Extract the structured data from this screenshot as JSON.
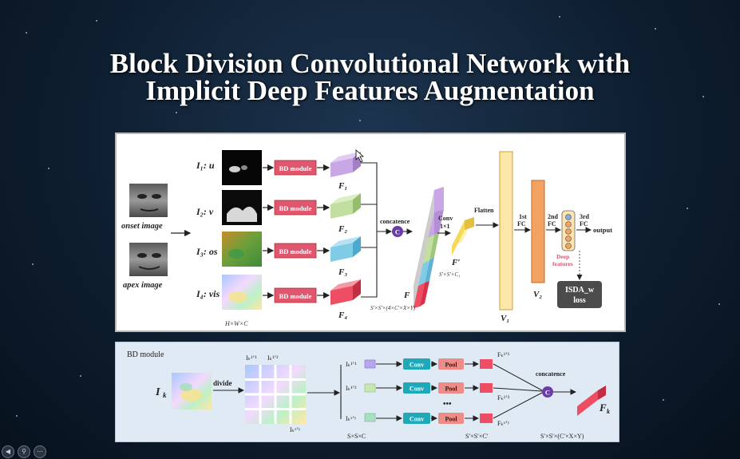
{
  "slide": {
    "title_line1": "Block Division Convolutional Network with",
    "title_line2": "Implicit Deep Features Augmentation"
  },
  "main_diagram": {
    "inputs": [
      {
        "label": "I₁: u"
      },
      {
        "label": "I₂: v"
      },
      {
        "label": "I₃: os"
      },
      {
        "label": "I₄: vis"
      }
    ],
    "face_labels": [
      "onset image",
      "apex image"
    ],
    "bd_module_label": "BD module",
    "feature_labels": [
      "F₁",
      "F₂",
      "F₃",
      "F₄"
    ],
    "input_size_label": "H×W×C",
    "concat_label": "concatence",
    "concat_symbol": "C",
    "concat_output_label": "F",
    "concat_output_size": "S′×S′×(4×C′×X×Y)",
    "conv_label_line1": "Conv",
    "conv_label_line2": "1×1",
    "conv_output_label": "F′",
    "conv_output_size": "S′×S′×C₁",
    "flatten_label": "Flatten",
    "fc1_line1": "1st",
    "fc1_line2": "FC",
    "fc2_line1": "2nd",
    "fc2_line2": "FC",
    "fc3_line1": "3rd",
    "fc3_line2": "FC",
    "v1_label": "V₁",
    "v2_label": "V₂",
    "deep_features_line1": "Deep",
    "deep_features_line2": "features",
    "output_label": "output",
    "loss_line1": "ISDA_w",
    "loss_line2": "loss"
  },
  "bd_module": {
    "title": "BD module",
    "input_label": "I",
    "input_sub": "k",
    "divide_label": "divide",
    "grid_label_1": "Iₖ¹ʼ¹",
    "grid_label_2": "Iₖ¹ʼ²",
    "grid_label_last": "Iₖˣʼʸ",
    "block_labels": [
      "Iₖ¹ʼ¹",
      "Iₖ¹ʼ²",
      "Iₖˣʼʸ"
    ],
    "conv_label": "Conv",
    "pool_label": "Pool",
    "ellipsis": "•••",
    "f_labels": [
      "Fₖ¹ʼ¹",
      "Fₖ¹ʼ²",
      "Fₖˣʼʸ"
    ],
    "concat_label": "concatence",
    "concat_symbol": "C",
    "output_label": "F",
    "output_sub": "k",
    "size_1": "S×S×C",
    "size_2": "S′×S′×C′",
    "size_3": "S′×S′×(C′×X×Y)"
  },
  "toolbar": {
    "buttons": [
      "prev-slide",
      "zoom",
      "more"
    ]
  },
  "colors": {
    "bd_module": "#e0566e",
    "feature_purple": "#c9a6e6",
    "feature_green": "#c3dfa0",
    "feature_blue": "#80cbe6",
    "feature_red": "#ee4e63",
    "fc_orange": "#f2a364",
    "fc_yellow": "#fce6a8",
    "conv_teal": "#1ea8b8",
    "pool_pink": "#ee8d87",
    "concat_purple": "#6a3ca8",
    "loss_dark": "#4b4b4b"
  }
}
